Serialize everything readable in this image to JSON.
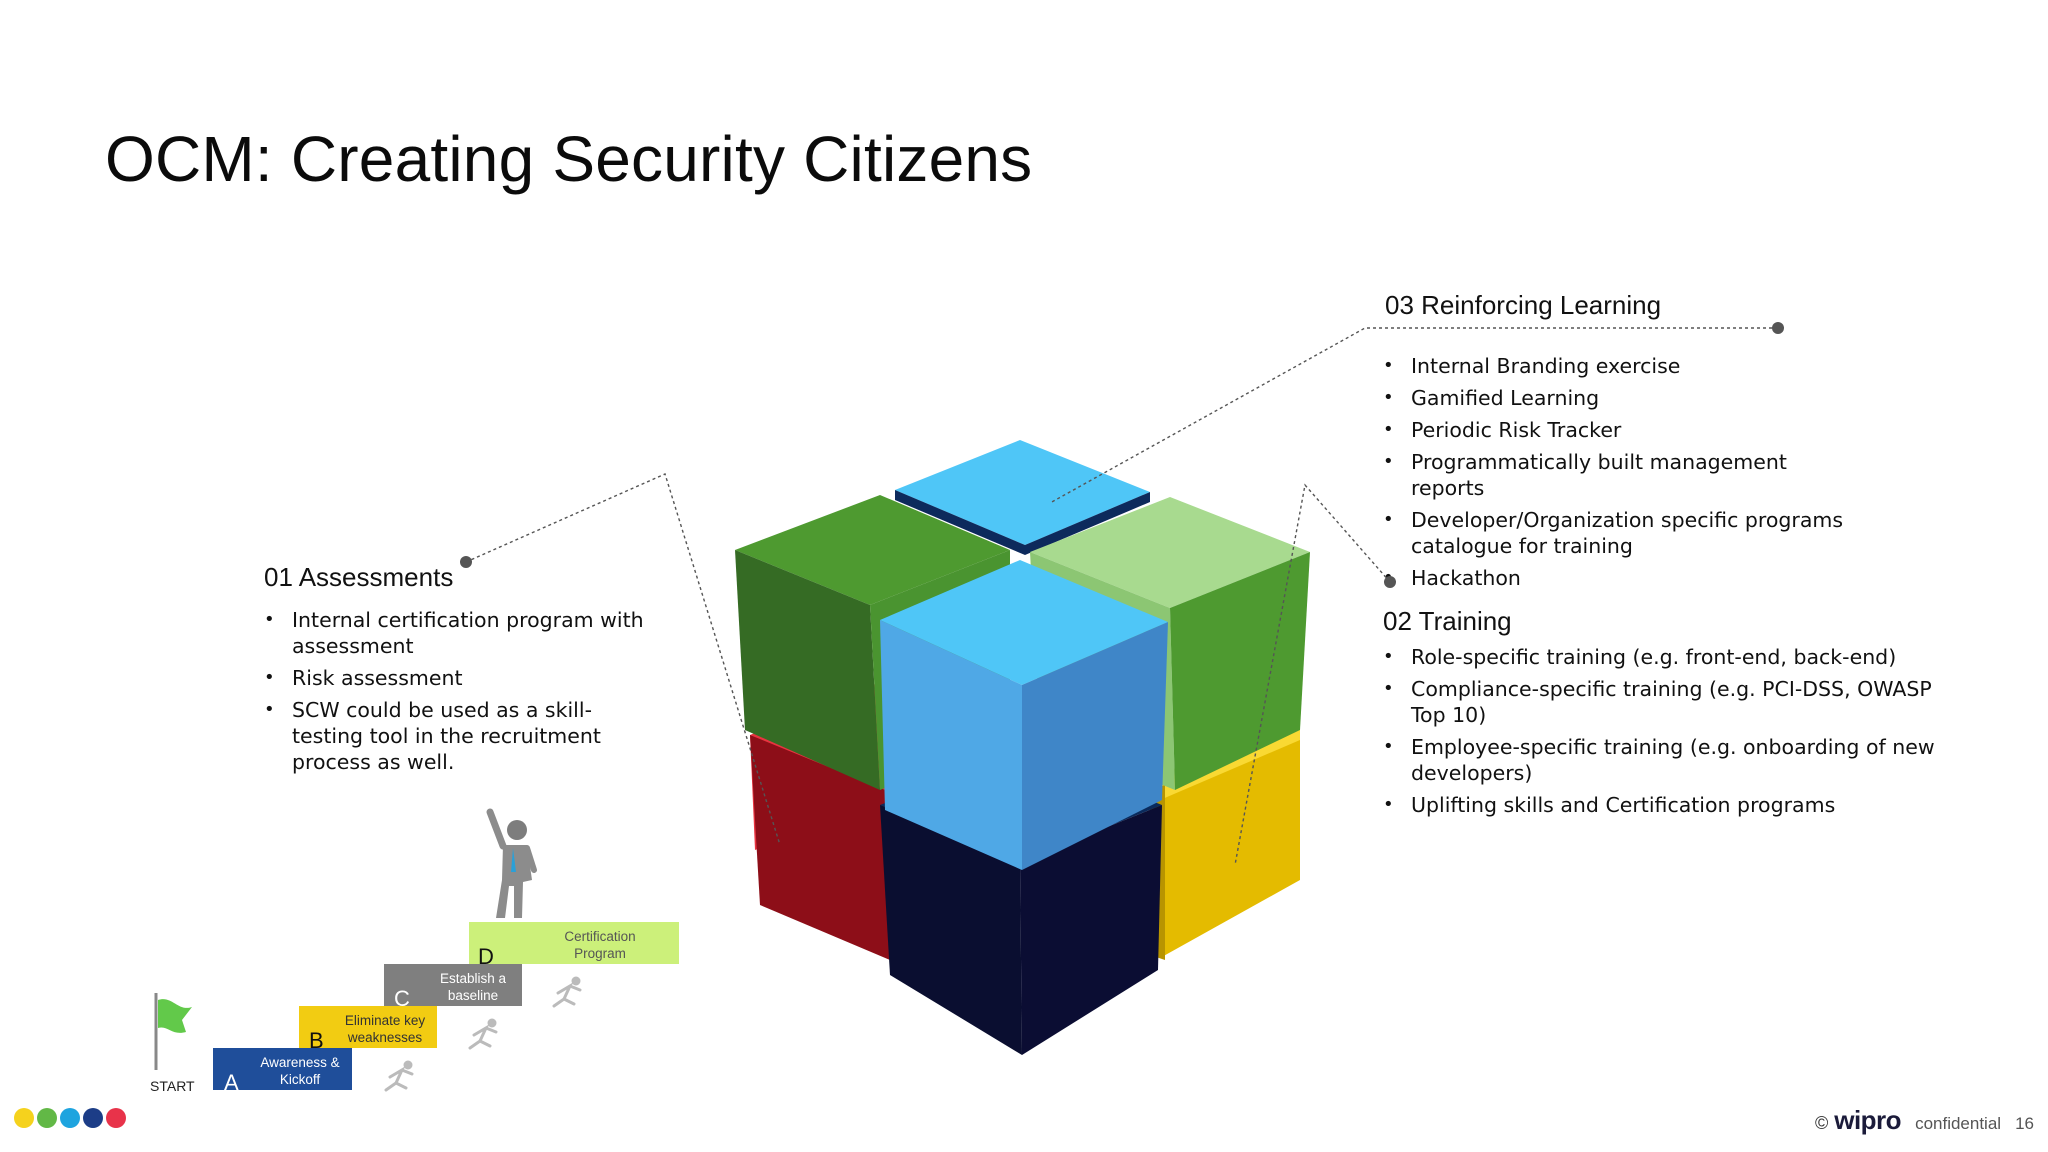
{
  "slide": {
    "title": "OCM: Creating Security Citizens"
  },
  "sections": {
    "assessments": {
      "heading": "01 Assessments",
      "items": [
        "Internal certification program with assessment",
        "Risk assessment",
        "SCW could be used as a skill-testing tool  in the recruitment process as well."
      ]
    },
    "reinforcing": {
      "heading": "03 Reinforcing Learning",
      "items": [
        "Internal Branding exercise",
        "Gamified Learning",
        "Periodic Risk Tracker",
        "Programmatically built management reports",
        "Developer/Organization specific programs catalogue for training",
        "Hackathon"
      ]
    },
    "training": {
      "heading": "02 Training",
      "items": [
        "Role-specific training (e.g. front-end, back-end)",
        "Compliance-specific training (e.g. PCI-DSS, OWASP Top 10)",
        "Employee-specific training (e.g. onboarding of new developers)",
        "Uplifting skills and Certification programs"
      ]
    }
  },
  "staircase": {
    "start_label": "START",
    "steps": [
      {
        "letter": "A",
        "label": "Awareness & Kickoff",
        "color": "#1f4e9a"
      },
      {
        "letter": "B",
        "label": "Eliminate key weaknesses",
        "color": "#f2cc12"
      },
      {
        "letter": "C",
        "label": "Establish a baseline",
        "color": "#7f7f7f"
      },
      {
        "letter": "D",
        "label": "Certification Program",
        "color": "#ccf07a"
      }
    ],
    "icons": [
      "flag-icon",
      "runner-icon",
      "person-icon"
    ]
  },
  "cube": {
    "colors": {
      "dark_green": "#4e9a30",
      "light_green": "#a5d88e",
      "sky_blue": "#4fc6f7",
      "steel_blue": "#3f86c8",
      "red": "#c8102e",
      "yellow": "#f2c200",
      "navy": "#0b0d33"
    }
  },
  "footer": {
    "dots": [
      "#f5d21d",
      "#62b846",
      "#1ea4df",
      "#1c3d87",
      "#e8334a"
    ],
    "copyright": "©",
    "brand": "wipro",
    "confidential": "confidential",
    "page_number": "16"
  }
}
